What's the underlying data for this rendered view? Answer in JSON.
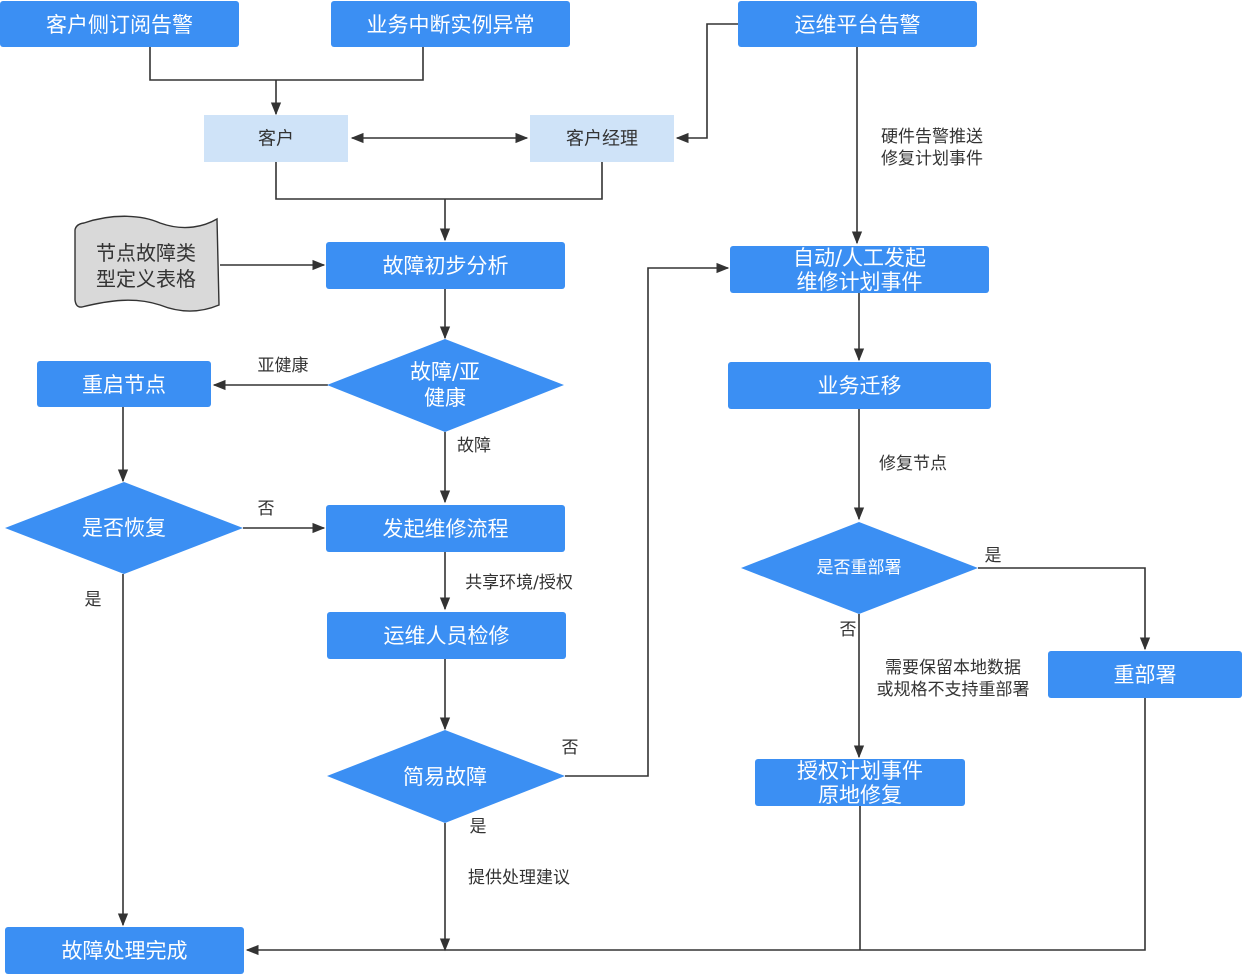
{
  "nodes": {
    "n_sub_alarm": "客户侧订阅告警",
    "n_biz_abn": "业务中断实例异常",
    "n_ops_alarm": "运维平台告警",
    "n_customer": "客户",
    "n_manager": "客户经理",
    "n_doc": [
      "节点故障类",
      "型定义表格"
    ],
    "n_analysis": "故障初步分析",
    "n_fault_sub": [
      "故障/亚",
      "健康"
    ],
    "n_reboot": "重启节点",
    "n_recover": "是否恢复",
    "n_repair_flow": "发起维修流程",
    "n_ops_check": "运维人员检修",
    "n_simple": "简易故障",
    "n_done": "故障处理完成",
    "n_auto_plan": [
      "自动/人工发起",
      "维修计划事件"
    ],
    "n_migrate": "业务迁移",
    "n_redeploy_q": "是否重部署",
    "n_redeploy": "重部署",
    "n_auth": [
      "授权计划事件",
      "原地修复"
    ]
  },
  "labels": {
    "l_subhealth": "亚健康",
    "l_fault": "故障",
    "l_no1": "否",
    "l_yes1": "是",
    "l_share": "共享环境/授权",
    "l_no2": "否",
    "l_yes2": "是",
    "l_suggest": "提供处理建议",
    "l_hw": [
      "硬件告警推送",
      "修复计划事件"
    ],
    "l_fix": "修复节点",
    "l_yes3": "是",
    "l_no3": "否",
    "l_keep": [
      "需要保留本地数据",
      "或规格不支持重部署"
    ]
  },
  "colors": {
    "primary": "#3b8ff3",
    "light": "#cfe3f8",
    "doc_fill": "#d9d9d9",
    "line": "#333333"
  }
}
